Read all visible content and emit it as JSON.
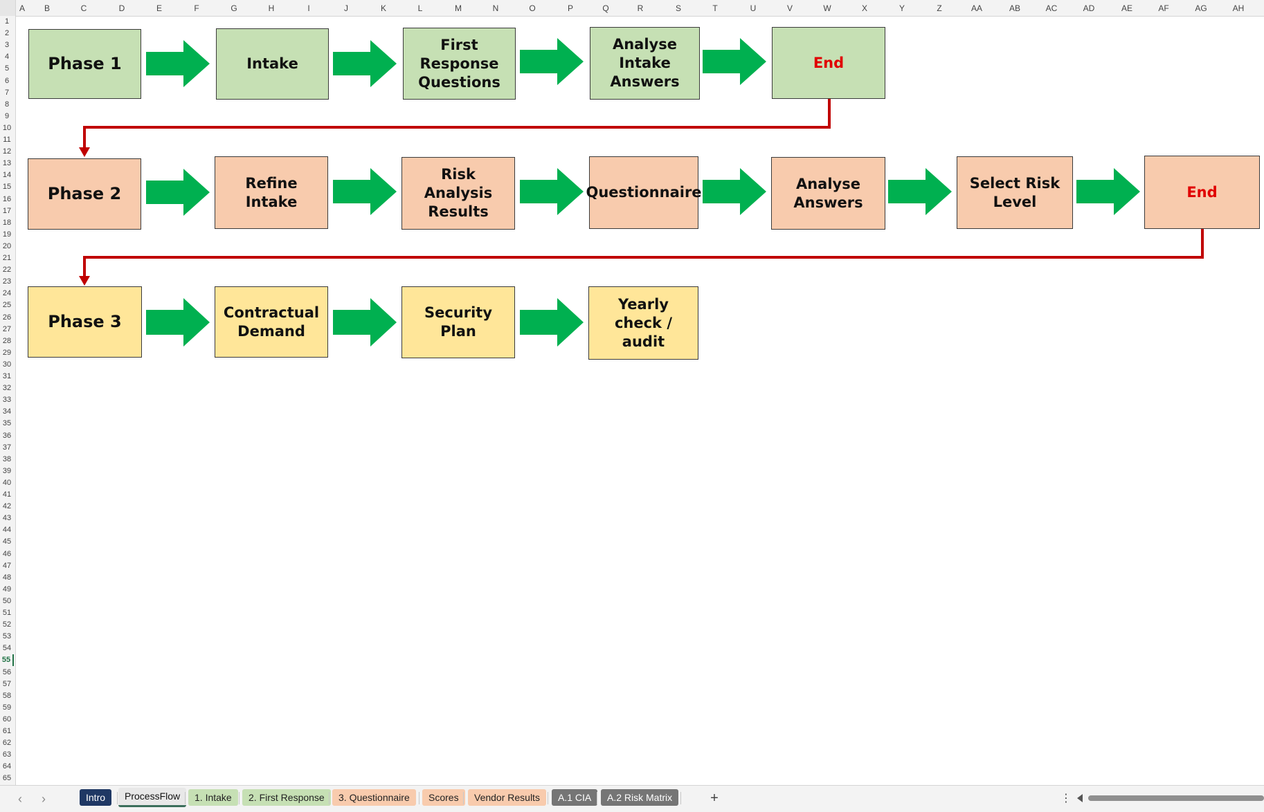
{
  "app": "Spreadsheet",
  "active_row": "55",
  "columns": [
    "A",
    "B",
    "C",
    "D",
    "E",
    "F",
    "G",
    "H",
    "I",
    "J",
    "K",
    "L",
    "M",
    "N",
    "O",
    "P",
    "Q",
    "R",
    "S",
    "T",
    "U",
    "V",
    "W",
    "X",
    "Y",
    "Z",
    "AA",
    "AB",
    "AC",
    "AD",
    "AE",
    "AF",
    "AG",
    "AH"
  ],
  "rows": [
    "1",
    "2",
    "3",
    "4",
    "5",
    "6",
    "7",
    "8",
    "9",
    "10",
    "11",
    "12",
    "13",
    "14",
    "15",
    "16",
    "17",
    "18",
    "19",
    "20",
    "21",
    "22",
    "23",
    "24",
    "25",
    "26",
    "27",
    "28",
    "29",
    "30",
    "31",
    "32",
    "33",
    "34",
    "35",
    "36",
    "37",
    "38",
    "39",
    "40",
    "41",
    "42",
    "43",
    "44",
    "45",
    "46",
    "47",
    "48",
    "49",
    "50",
    "51",
    "52",
    "53",
    "54",
    "55",
    "56",
    "57",
    "58",
    "59",
    "60",
    "61",
    "62",
    "63",
    "64",
    "65"
  ],
  "flow": {
    "phase1": {
      "title": "Phase 1",
      "steps": [
        "Intake",
        "First Response Questions",
        "Analyse Intake Answers"
      ],
      "end": "End"
    },
    "phase2": {
      "title": "Phase 2",
      "steps": [
        "Refine Intake",
        "Risk Analysis Results",
        "Questionnaire",
        "Analyse Answers",
        "Select Risk Level"
      ],
      "end": "End"
    },
    "phase3": {
      "title": "Phase 3",
      "steps": [
        "Contractual Demand",
        "Security Plan",
        "Yearly check / audit"
      ]
    }
  },
  "colors": {
    "phase1_fill": "#c6e0b4",
    "phase2_fill": "#f8cbad",
    "phase3_fill": "#ffe699",
    "arrow": "#00b050",
    "connector": "#c00000",
    "end_text": "#e00000"
  },
  "sheet_tabs": [
    {
      "label": "Intro",
      "style": "navy"
    },
    {
      "label": "ProcessFlow",
      "style": "active"
    },
    {
      "label": "1. Intake",
      "style": "green"
    },
    {
      "label": "2. First Response",
      "style": "green"
    },
    {
      "label": "3. Questionnaire",
      "style": "peach"
    },
    {
      "label": "Scores",
      "style": "peach"
    },
    {
      "label": "Vendor Results",
      "style": "peach"
    },
    {
      "label": "A.1 CIA",
      "style": "grey"
    },
    {
      "label": "A.2 Risk Matrix",
      "style": "grey"
    }
  ],
  "icons": {
    "prev": "chevron-left-icon",
    "next": "chevron-right-icon",
    "add": "plus-icon",
    "more": "more-vertical-icon"
  },
  "controls": {
    "prev_glyph": "‹",
    "next_glyph": "›",
    "add_glyph": "+",
    "more_glyph": "⋮"
  }
}
